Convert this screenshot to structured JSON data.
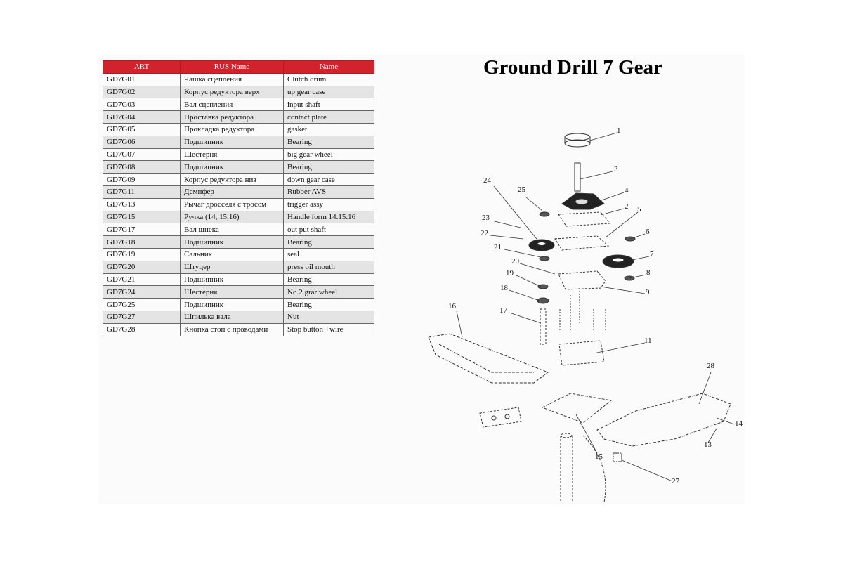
{
  "title": "Ground Drill 7 Gear",
  "table": {
    "headers": [
      "ART",
      "RUS Name",
      "Name"
    ],
    "rows": [
      [
        "GD7G01",
        "Чашка сцепления",
        "Clutch drum"
      ],
      [
        "GD7G02",
        "Корпус редуктора верх",
        "up gear case"
      ],
      [
        "GD7G03",
        "Вал сцепления",
        "input shaft"
      ],
      [
        "GD7G04",
        "Проставка редуктора",
        "contact plate"
      ],
      [
        "GD7G05",
        "Прокладка редуктора",
        "gasket"
      ],
      [
        "GD7G06",
        "Подшипник",
        "Bearing"
      ],
      [
        "GD7G07",
        "Шестерня",
        "big gear wheel"
      ],
      [
        "GD7G08",
        "Подшипник",
        "Bearing"
      ],
      [
        "GD7G09",
        "Корпус редуктора низ",
        "down gear case"
      ],
      [
        "GD7G11",
        "Демпфер",
        "Rubber AVS"
      ],
      [
        "GD7G13",
        "Рычаг дросселя с тросом",
        "trigger assy"
      ],
      [
        "GD7G15",
        "Ручка (14, 15,16)",
        "Handle form 14.15.16"
      ],
      [
        "GD7G17",
        "Вал шнека",
        "out put shaft"
      ],
      [
        "GD7G18",
        "Подшипник",
        "Bearing"
      ],
      [
        "GD7G19",
        "Сальник",
        "seal"
      ],
      [
        "GD7G20",
        "Штуцер",
        "press oil mouth"
      ],
      [
        "GD7G21",
        "Подшипник",
        "Bearing"
      ],
      [
        "GD7G24",
        "Шестерня",
        "No.2 grar wheel"
      ],
      [
        "GD7G25",
        "Подшипник",
        "Bearing"
      ],
      [
        "GD7G27",
        "Шпилька вала",
        "Nut"
      ],
      [
        "GD7G28",
        "Кнопка стоп с проводами",
        "Stop button +wire"
      ]
    ]
  },
  "callouts": [
    "1",
    "3",
    "4",
    "2",
    "5",
    "6",
    "7",
    "8",
    "9",
    "11",
    "24",
    "25",
    "23",
    "22",
    "21",
    "20",
    "19",
    "18",
    "17",
    "16",
    "28",
    "14",
    "13",
    "15",
    "27"
  ]
}
